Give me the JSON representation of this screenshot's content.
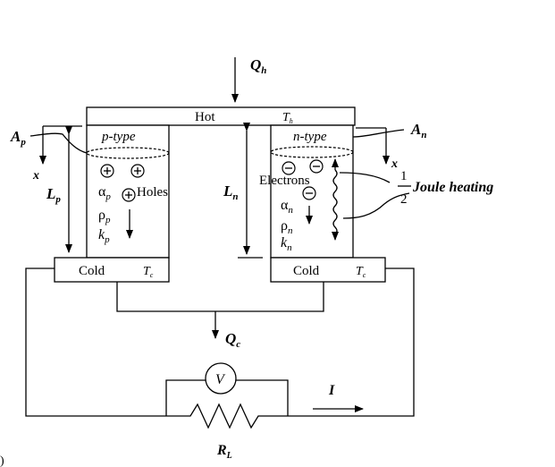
{
  "hot_plate": {
    "label": "Hot",
    "temp_main": "T",
    "temp_sub": "h"
  },
  "heat_in": {
    "main": "Q",
    "sub": "h"
  },
  "heat_out": {
    "main": "Q",
    "sub": "c"
  },
  "p_leg": {
    "type_label": "p-type",
    "area": {
      "main": "A",
      "sub": "p"
    },
    "length": {
      "main": "L",
      "sub": "p"
    },
    "x_label": "x",
    "carrier_label": "Holes",
    "alpha": {
      "main": "α",
      "sub": "p"
    },
    "rho": {
      "main": "ρ",
      "sub": "p"
    },
    "k": {
      "main": "k",
      "sub": "p"
    }
  },
  "n_leg": {
    "type_label": "n-type",
    "area": {
      "main": "A",
      "sub": "n"
    },
    "length": {
      "main": "L",
      "sub": "n"
    },
    "x_label": "x",
    "carrier_label": "Electrons",
    "alpha": {
      "main": "α",
      "sub": "n"
    },
    "rho": {
      "main": "ρ",
      "sub": "n"
    },
    "k": {
      "main": "k",
      "sub": "n"
    }
  },
  "cold_left": {
    "label": "Cold",
    "temp_main": "T",
    "temp_sub": "c"
  },
  "cold_right": {
    "label": "Cold",
    "temp_main": "T",
    "temp_sub": "c"
  },
  "joule": {
    "label": "Joule heating",
    "frac_num": "1",
    "frac_den": "2"
  },
  "voltmeter": "V",
  "current": "I",
  "load": {
    "main": "R",
    "sub": "L"
  },
  "corner_mark": ")"
}
